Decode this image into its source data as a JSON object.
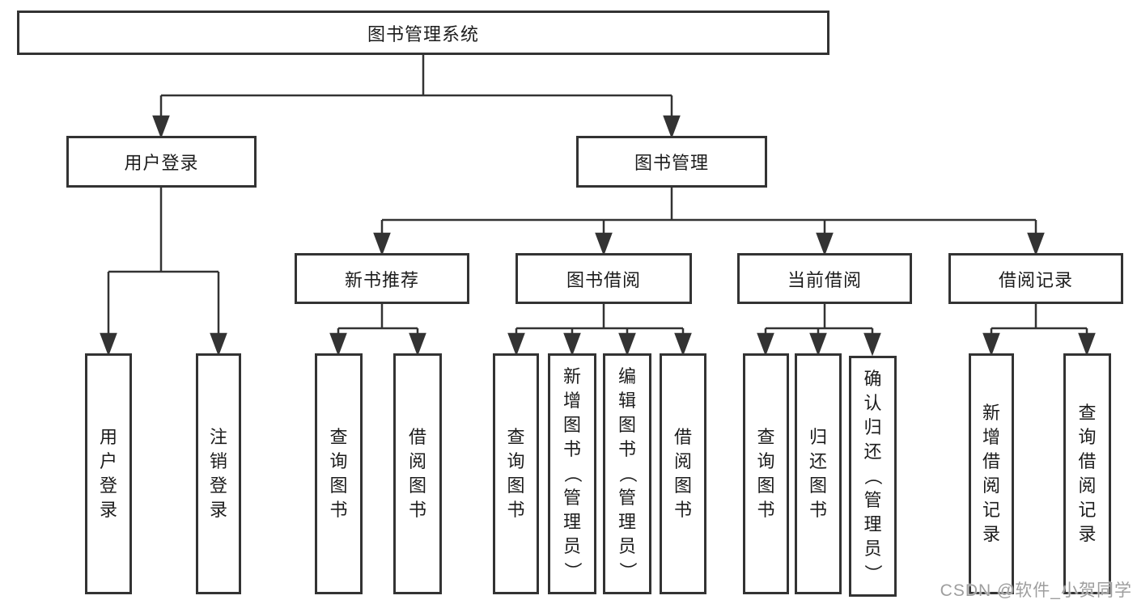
{
  "tree": {
    "root": "图书管理系统",
    "level2": [
      "用户登录",
      "图书管理"
    ],
    "level3": [
      "新书推荐",
      "图书借阅",
      "当前借阅",
      "借阅记录"
    ],
    "leaves": [
      [
        "用户登录",
        "注销登录"
      ],
      [
        "查询图书",
        "借阅图书"
      ],
      [
        "查询图书",
        "新增图书（管理员）",
        "编辑图书（管理员）",
        "借阅图书"
      ],
      [
        "查询图书",
        "归还图书",
        "确认归还（管理员）"
      ],
      [
        "新增借阅记录",
        "查询借阅记录"
      ]
    ]
  },
  "watermark": "CSDN @软件_小贺同学",
  "colors": {
    "line": "#333333",
    "text": "#1c1c1c",
    "background": "#ffffff",
    "watermark": "#9e9e9e"
  }
}
